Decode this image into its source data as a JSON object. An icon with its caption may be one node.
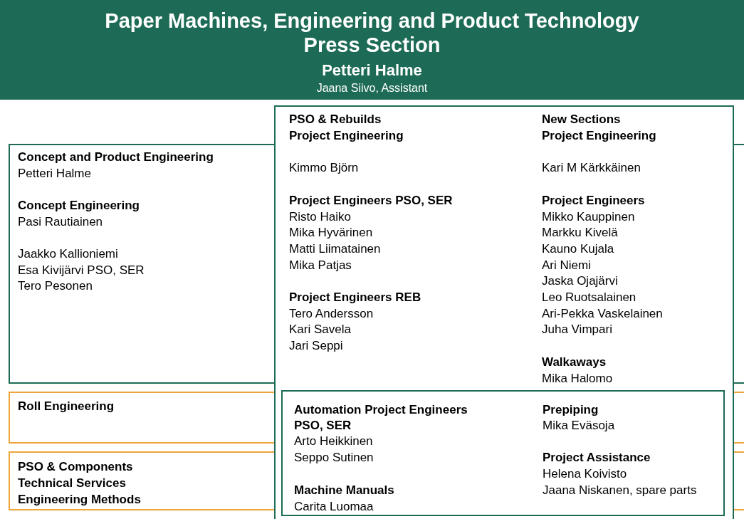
{
  "diagram": {
    "nodes": [
      {
        "text": [
          "Paper Machines, Engineering and Product Technology",
          "Press Section",
          "Petteri Halme",
          "Jaana Siivo, Assistant"
        ]
      },
      {
        "text": [
          "Concept and Product Engineering",
          "Petteri Halme",
          "Concept Engineering",
          "Pasi Rautiainen",
          "Jaakko Kallioniemi",
          "Esa Kivijärvi PSO, SER",
          "Tero Pesonen"
        ]
      },
      {
        "text": [
          "Roll Engineering"
        ]
      },
      {
        "text": [
          "PSO & Components",
          "Technical Services",
          "Engineering Methods"
        ]
      },
      {
        "text": [
          "PSO & Rebuilds",
          "Project Engineering",
          "Kimmo Björn",
          "Project Engineers PSO, SER",
          "Risto Haiko",
          "Mika Hyvärinen",
          "Matti Liimatainen",
          "Mika Patjas",
          "Project Engineers REB",
          "Tero Andersson",
          "Kari Savela",
          "Jari Seppi",
          "New Sections",
          "Project Engineering",
          "Kari M Kärkkäinen",
          "Project Engineers",
          "Mikko Kauppinen",
          "Markku Kivelä",
          "Kauno Kujala",
          "Ari Niemi",
          "Jaska Ojajärvi",
          "Leo Ruotsalainen",
          "Ari-Pekka Vaskelainen",
          "Juha Vimpari",
          "Walkaways",
          "Mika Halomo"
        ]
      },
      {
        "text": [
          "Automation Project Engineers",
          "PSO, SER",
          "Arto Heikkinen",
          "Seppo Sutinen",
          "Machine Manuals",
          "Carita Luomaa",
          "Prepiping",
          "Mika Eväsoja",
          "Project Assistance",
          "Helena Koivisto",
          "Jaana Niskanen, spare parts"
        ],
        "in": 4
      }
    ]
  }
}
